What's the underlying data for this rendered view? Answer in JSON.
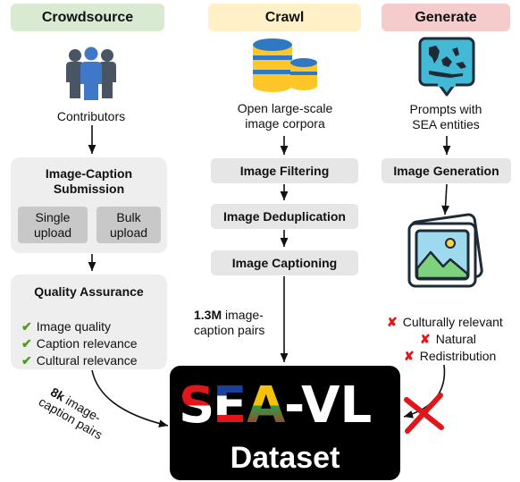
{
  "headers": {
    "crowdsource": "Crowdsource",
    "crawl": "Crawl",
    "generate": "Generate"
  },
  "header_colors": {
    "crowdsource": "#d9ead3",
    "crawl": "#fff0c7",
    "generate": "#f4cccc"
  },
  "crowdsource": {
    "icon": "people-icon",
    "contributors": "Contributors",
    "submission_title_line1": "Image-Caption",
    "submission_title_line2": "Submission",
    "single_upload_line1": "Single",
    "single_upload_line2": "upload",
    "bulk_upload_line1": "Bulk",
    "bulk_upload_line2": "upload",
    "qa_title": "Quality Assurance",
    "qa_items": [
      "Image quality",
      "Caption relevance",
      "Cultural relevance"
    ],
    "pairs_bold": "8k",
    "pairs_line1_rest": " image-",
    "pairs_line2": "caption pairs"
  },
  "crawl": {
    "icon": "database-icon",
    "source_line1": "Open large-scale",
    "source_line2": "image corpora",
    "steps": [
      "Image Filtering",
      "Image Deduplication",
      "Image Captioning"
    ],
    "pairs_bold": "1.3M",
    "pairs_line1_rest": " image-",
    "pairs_line2": "caption pairs"
  },
  "generate": {
    "icon": "map-chat-icon",
    "prompt_line1": "Prompts with",
    "prompt_line2": "SEA entities",
    "step": "Image Generation",
    "image_icon": "image-icon",
    "criteria": [
      "Culturally relevant",
      "Natural",
      "Redistribution"
    ]
  },
  "dataset": {
    "logo_text": "SEA-VL",
    "label": "Dataset"
  },
  "colors": {
    "check": "#4f9a1e",
    "cross": "#e0161b",
    "step_box": "#e6e6e6",
    "panel": "#eeeeee",
    "sub_box": "#c8c8c8",
    "person_blue": "#3f78c9",
    "person_gray": "#4a5563",
    "db_yellow": "#ffc629",
    "db_blue": "#2f78c4",
    "map_teal": "#44b9d6"
  }
}
